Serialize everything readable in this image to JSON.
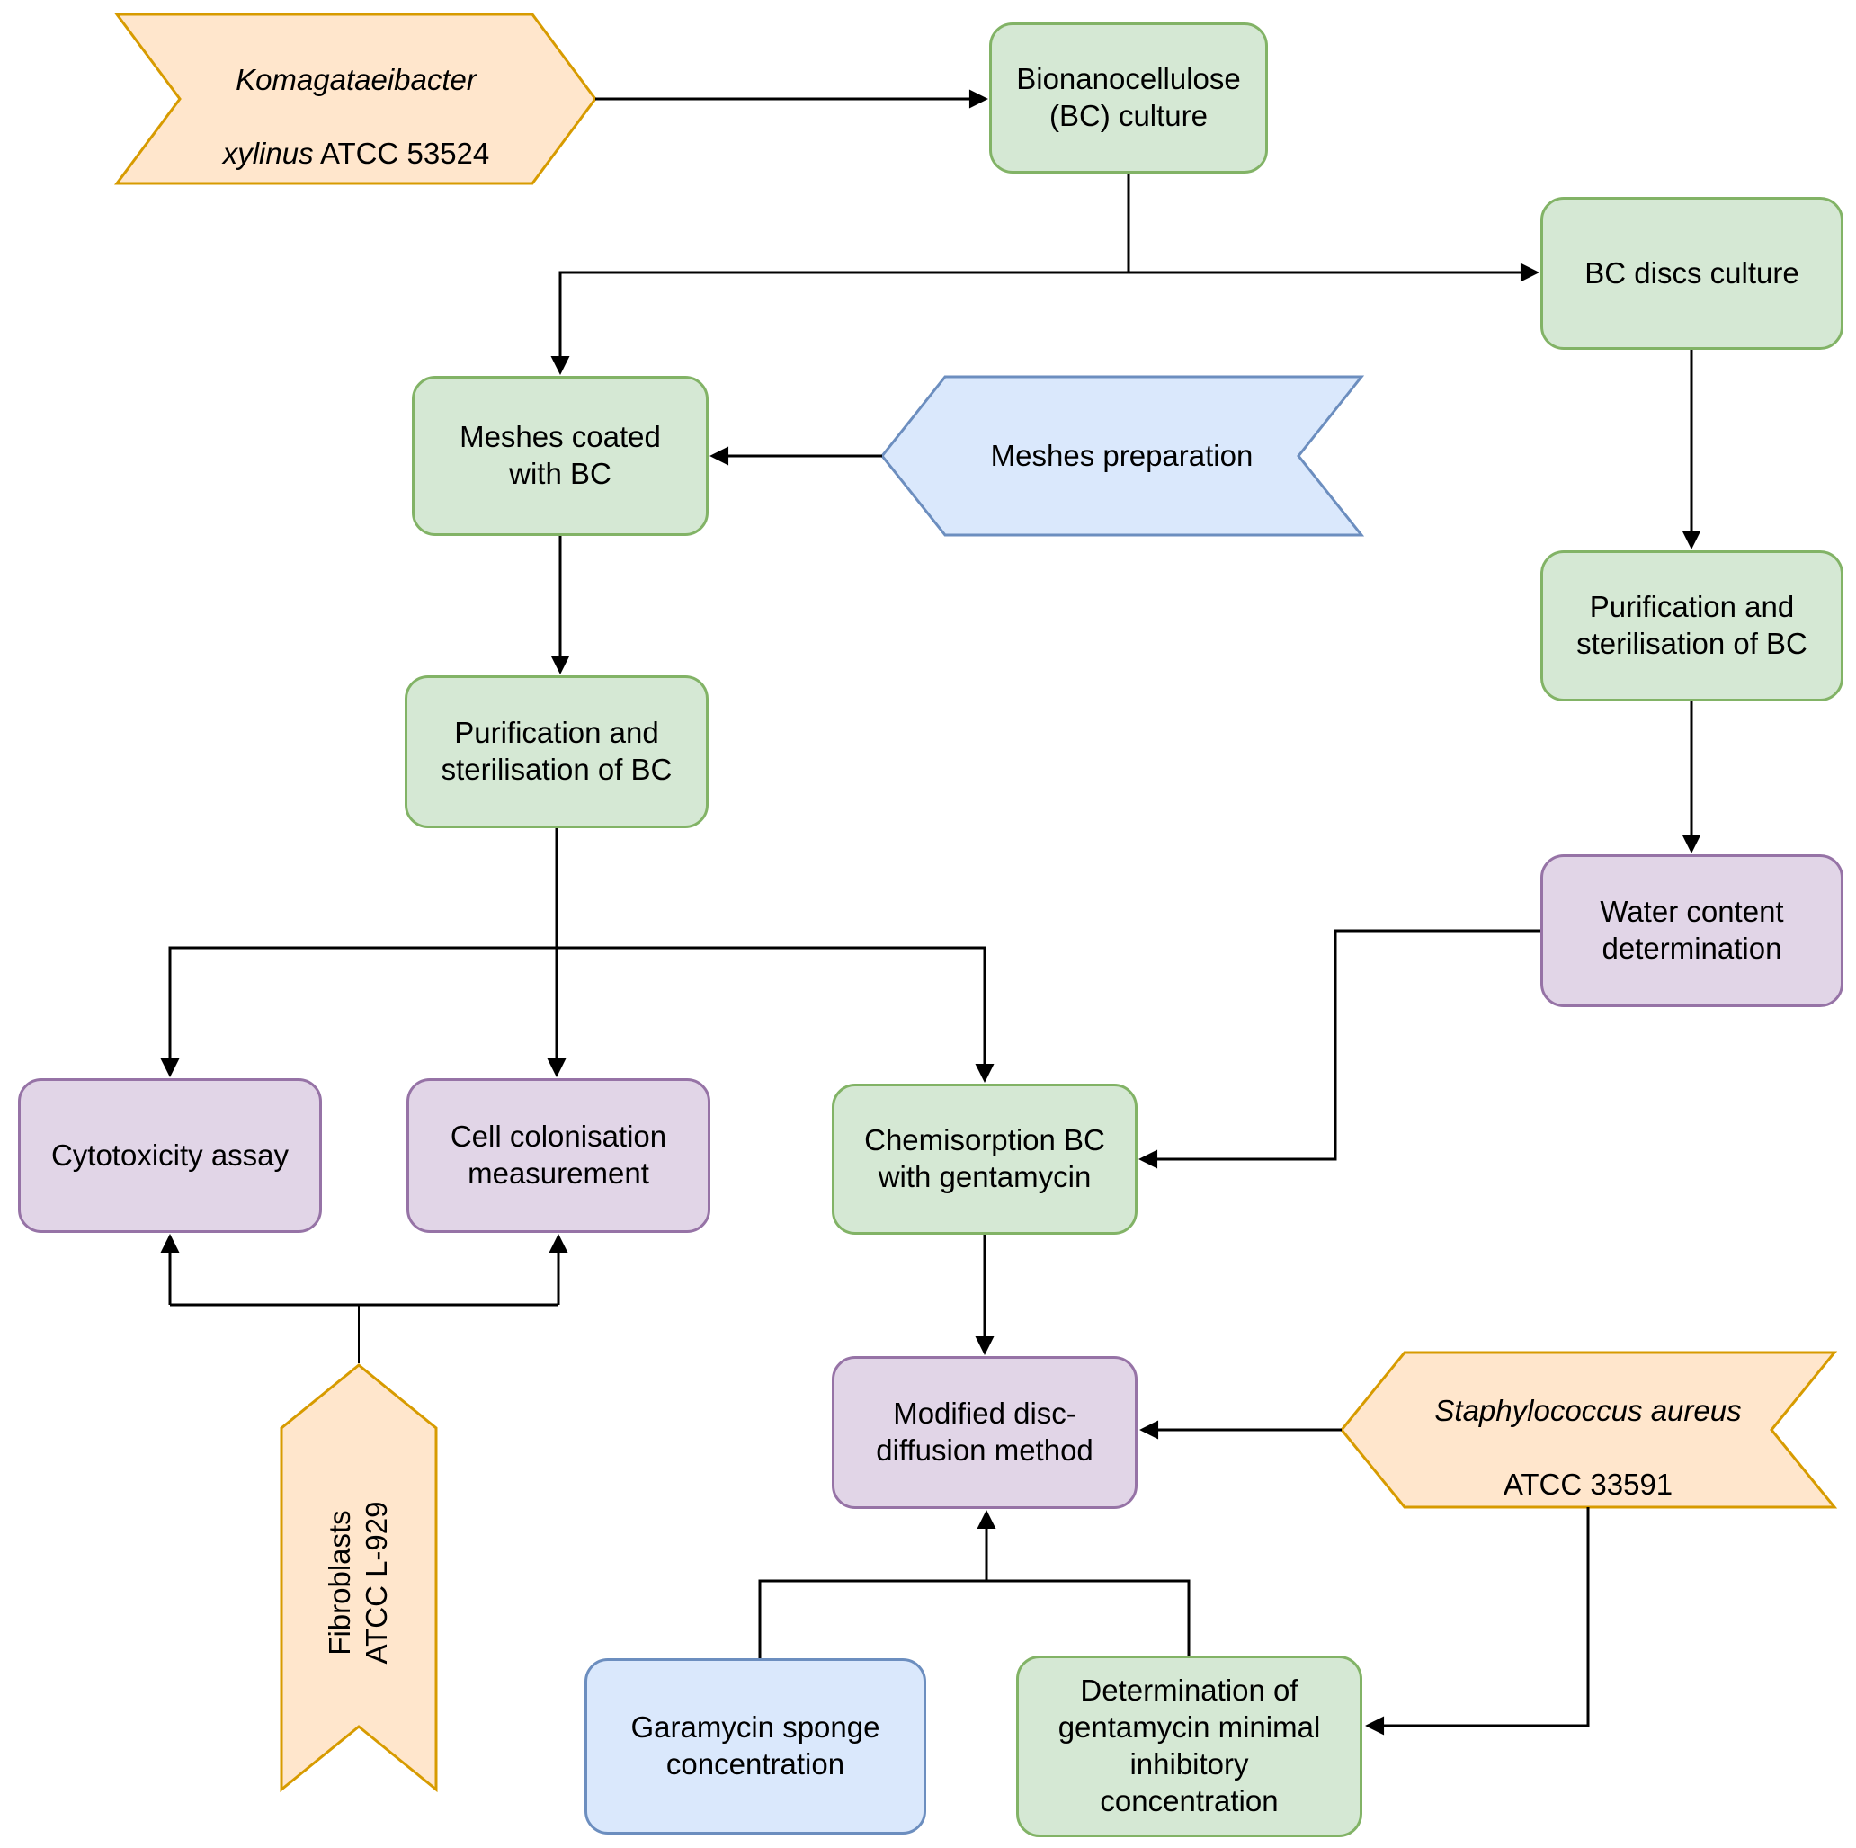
{
  "palette": {
    "green_fill": "#d5e8d4",
    "green_stroke": "#82b366",
    "purple_fill": "#e1d5e7",
    "purple_stroke": "#9673a6",
    "blue_fill": "#dae8fc",
    "blue_stroke": "#6c8ebf",
    "orange_fill": "#ffe6cc",
    "orange_stroke": "#d79b00",
    "arrow": "#000000"
  },
  "nodes": {
    "komagataeibacter": {
      "line1_italic": "Komagataeibacter",
      "line2_italic": "xylinus",
      "line2_rest": " ATCC 53524"
    },
    "bc_culture": {
      "label": "Bionanocellulose\n(BC) culture"
    },
    "bc_discs_culture": {
      "label": "BC discs culture"
    },
    "meshes_coated": {
      "label": "Meshes coated\nwith BC"
    },
    "meshes_preparation": {
      "label": "Meshes preparation"
    },
    "purification_left": {
      "label": "Purification and\nsterilisation of BC"
    },
    "purification_right": {
      "label": "Purification and\nsterilisation of BC"
    },
    "water_content": {
      "label": "Water content\ndetermination"
    },
    "cytotoxicity": {
      "label": "Cytotoxicity assay"
    },
    "cell_colonisation": {
      "label": "Cell colonisation\nmeasurement"
    },
    "chemisorption": {
      "label": "Chemisorption BC\nwith gentamycin"
    },
    "modified_disc": {
      "label": "Modified disc-\ndiffusion method"
    },
    "staphylococcus": {
      "line1_italic": "Staphylococcus aureus",
      "line2": "ATCC 33591"
    },
    "fibroblasts": {
      "label": "Fibroblasts\nATCC L-929"
    },
    "garamycin": {
      "label": "Garamycin sponge\nconcentration"
    },
    "determination": {
      "label": "Determination of\ngentamycin minimal\ninhibitory\nconcentration"
    }
  }
}
